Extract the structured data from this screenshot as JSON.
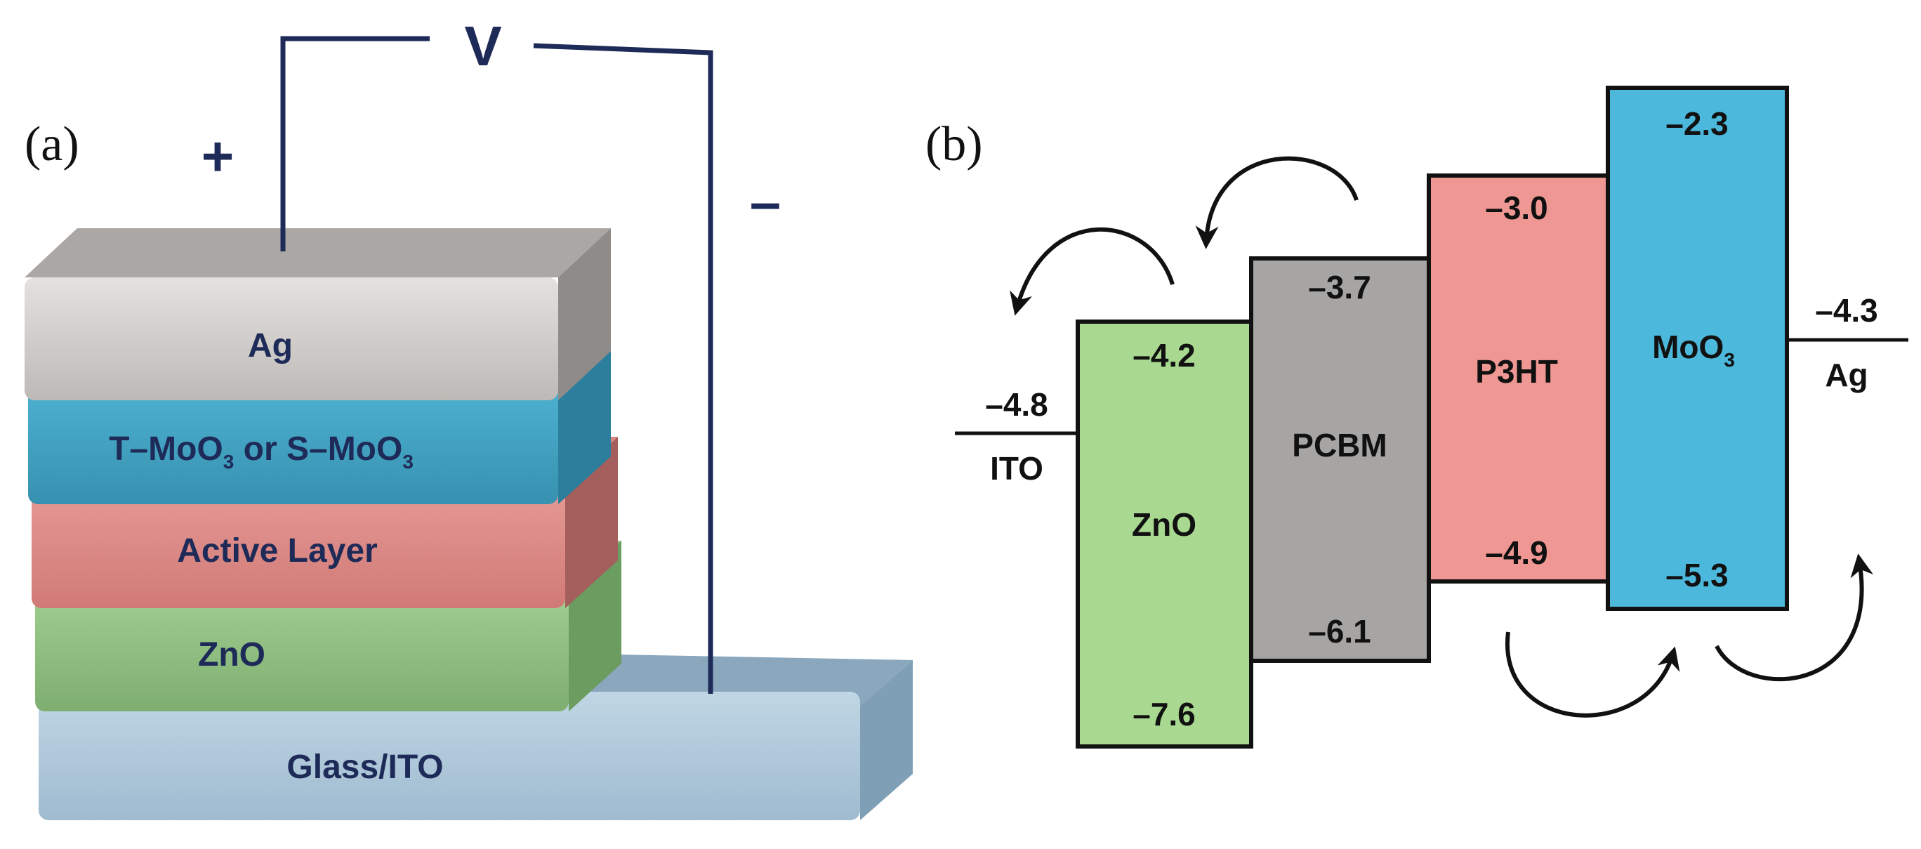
{
  "panel_a": {
    "label": "(a)",
    "voltage": {
      "symbol": "V",
      "plus": "+",
      "minus": "–"
    },
    "layers": [
      {
        "id": "ag",
        "label": "Ag",
        "color": "#bcb8b5"
      },
      {
        "id": "moo3",
        "label_main": "T–MoO",
        "sub1": "3",
        "label_mid": " or S–MoO",
        "sub2": "3",
        "color": "#3f9fbd"
      },
      {
        "id": "active",
        "label": "Active Layer",
        "color": "#d97f7c"
      },
      {
        "id": "zno",
        "label": "ZnO",
        "color": "#87b97a"
      },
      {
        "id": "glass",
        "label": "Glass/ITO",
        "color": "#a9c4d6"
      }
    ]
  },
  "panel_b": {
    "label": "(b)",
    "electrodes": [
      {
        "id": "ito",
        "name": "ITO",
        "value": "–4.8"
      },
      {
        "id": "ag",
        "name": "Ag",
        "value": "–4.3"
      }
    ],
    "bands": [
      {
        "id": "zno",
        "name": "ZnO",
        "top": "–4.2",
        "bottom": "–7.6",
        "color": "#a9d990"
      },
      {
        "id": "pcbm",
        "name": "PCBM",
        "top": "–3.7",
        "bottom": "–6.1",
        "color": "#a7a5a4"
      },
      {
        "id": "p3ht",
        "name": "P3HT",
        "top": "–3.0",
        "bottom": "–4.9",
        "color": "#ef9792"
      },
      {
        "id": "moo3",
        "name_main": "MoO",
        "name_sub": "3",
        "top": "–2.3",
        "bottom": "–5.3",
        "color": "#4cb8db"
      }
    ]
  }
}
